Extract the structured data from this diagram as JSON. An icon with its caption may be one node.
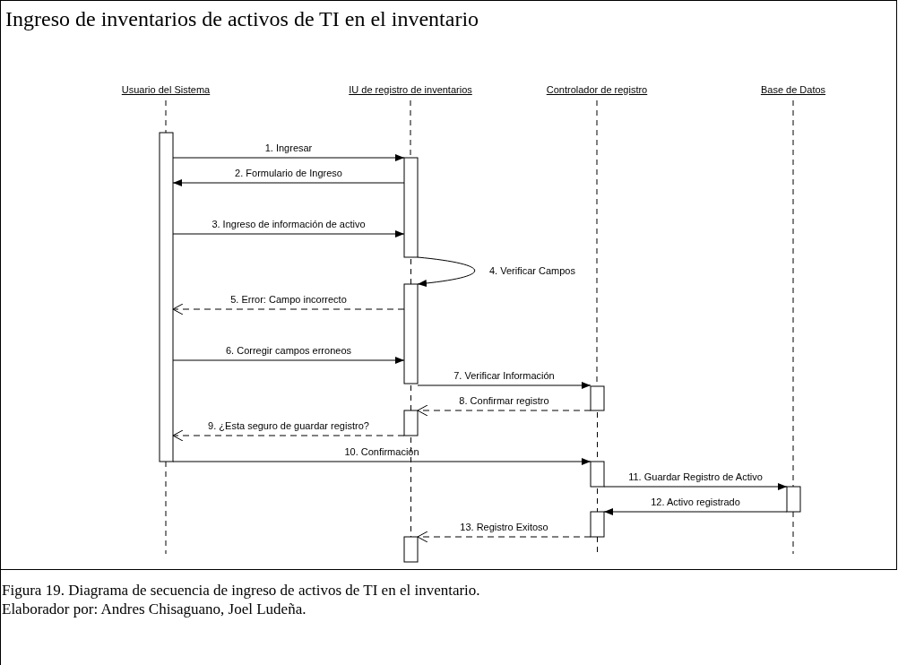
{
  "diagram": {
    "title": "Ingreso de inventarios de activos de TI en el inventario",
    "caption": "Figura 19. Diagrama de secuencia de ingreso de activos de TI en el inventario.",
    "nodes": [
      {
        "text": [
          "Usuario del Sistema"
        ]
      },
      {
        "text": [
          "IU de registro de inventarios"
        ]
      },
      {
        "text": [
          "Controlador de registro"
        ]
      },
      {
        "text": [
          "Base de Datos"
        ]
      },
      {
        "text": [],
        "shape": "bar"
      },
      {
        "text": [],
        "shape": "bar"
      },
      {
        "text": [],
        "shape": "bar"
      },
      {
        "text": [],
        "shape": "bar"
      },
      {
        "text": [],
        "shape": "bar"
      },
      {
        "text": [],
        "shape": "bar"
      },
      {
        "text": [],
        "shape": "bar"
      },
      {
        "text": [],
        "shape": "bar"
      },
      {
        "text": [],
        "shape": "bar"
      }
    ],
    "edges": [
      {
        "from": 4,
        "to": 5,
        "arrow": "to",
        "label": "1. Ingresar"
      },
      {
        "from": 5,
        "to": 4,
        "arrow": "to",
        "label": "2. Formulario de Ingreso"
      },
      {
        "from": 4,
        "to": 5,
        "arrow": "to",
        "label": "3. Ingreso de información de activo"
      },
      {
        "from": 5,
        "to": 6,
        "arrow": "to",
        "label": "4. Verificar Campos"
      },
      {
        "from": 6,
        "to": 4,
        "arrow": "to",
        "label": "5. Error: Campo incorrecto",
        "style": "dashed"
      },
      {
        "from": 4,
        "to": 6,
        "arrow": "to",
        "label": "6. Corregir campos erroneos"
      },
      {
        "from": 6,
        "to": 7,
        "arrow": "to",
        "label": "7. Verificar Información"
      },
      {
        "from": 7,
        "to": 8,
        "arrow": "to",
        "label": "8. Confirmar registro",
        "style": "dashed"
      },
      {
        "from": 8,
        "to": 4,
        "arrow": "to",
        "label": "9. ¿Esta seguro de guardar registro?",
        "style": "dashed"
      },
      {
        "from": 4,
        "to": 9,
        "arrow": "to",
        "label": "10. Confirmación"
      },
      {
        "from": 9,
        "to": 10,
        "arrow": "to",
        "label": "11. Guardar Registro de Activo"
      },
      {
        "from": 10,
        "to": 11,
        "arrow": "to",
        "label": "12. Activo registrado"
      },
      {
        "from": 11,
        "to": 12,
        "arrow": "to",
        "label": "13. Registro Exitoso",
        "style": "dashed"
      },
      {
        "from": 0,
        "to": 4,
        "arrow": "none",
        "style": "dashed"
      },
      {
        "from": 1,
        "to": 5,
        "arrow": "none",
        "style": "dashed"
      },
      {
        "from": 5,
        "to": 6,
        "arrow": "none",
        "style": "dashed"
      },
      {
        "from": 6,
        "to": 8,
        "arrow": "none",
        "style": "dashed"
      },
      {
        "from": 8,
        "to": 12,
        "arrow": "none",
        "style": "dashed"
      },
      {
        "from": 2,
        "to": 7,
        "arrow": "none",
        "style": "dashed"
      },
      {
        "from": 7,
        "to": 9,
        "arrow": "none",
        "style": "dashed"
      },
      {
        "from": 9,
        "to": 11,
        "arrow": "none",
        "style": "dashed"
      },
      {
        "from": 3,
        "to": 10,
        "arrow": "none",
        "style": "dashed"
      }
    ],
    "labels": [
      "Elaborador por: Andres Chisaguano, Joel Ludeña."
    ]
  }
}
